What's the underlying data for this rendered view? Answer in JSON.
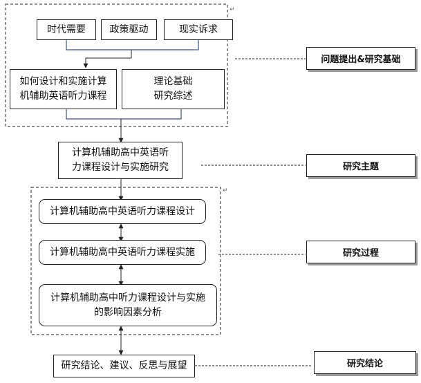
{
  "top_row": [
    "时代需要",
    "政策驱动",
    "现实诉求"
  ],
  "question_box": "如何设计和实施计算\n机辅助英语听力课程",
  "theory_box": "理论基础\n研究综述",
  "theme_box": "计算机辅助高中英语听\n力课程设计与实施研究",
  "process_steps": [
    "计算机辅助高中英语听力课程设计",
    "计算机辅助高中英语听力课程实施",
    "计算机辅助高中听力课程设计与实施\n的影响因素分析"
  ],
  "conclusion_box": "研究结论、建议、反思与展望",
  "stage_labels": {
    "stage1": "问题提出&研究基础",
    "stage2": "研究主题",
    "stage3": "研究过程",
    "stage4": "研究结论"
  },
  "colors": {
    "bracket_line": "#3a4f8a",
    "line": "#222222",
    "tag_shadow": "#9a9a9a"
  },
  "marks": {
    "paragraph": "↵"
  }
}
